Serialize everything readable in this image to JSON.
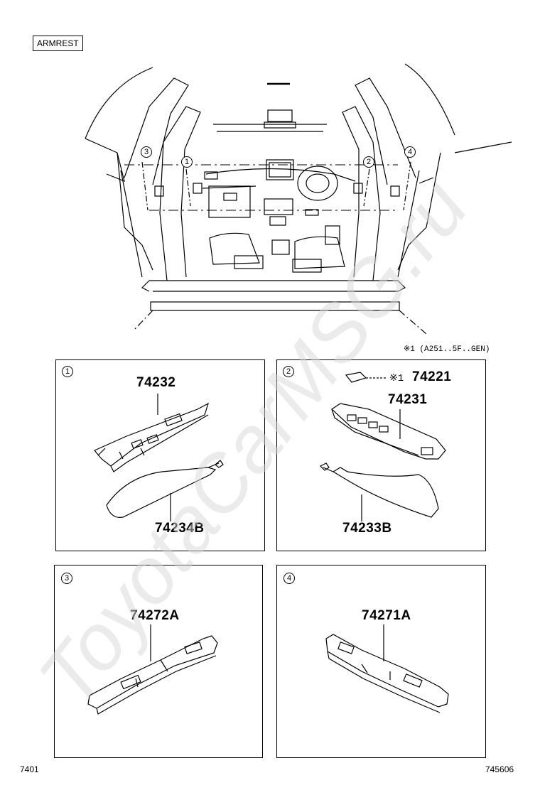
{
  "section_label": "ARMREST",
  "footnote": "※1 (A251..5F..GEN)",
  "watermark": "ToyotaCarMSG.ru",
  "page_left": "7401",
  "page_right": "745606",
  "overview_callouts": [
    "3",
    "1",
    "2",
    "4"
  ],
  "panels": [
    {
      "num": "1",
      "parts": [
        "74232",
        "74234B"
      ]
    },
    {
      "num": "2",
      "marker": "※1",
      "parts": [
        "74221",
        "74231",
        "74233B"
      ]
    },
    {
      "num": "3",
      "parts": [
        "74272A"
      ]
    },
    {
      "num": "4",
      "parts": [
        "74271A"
      ]
    }
  ]
}
